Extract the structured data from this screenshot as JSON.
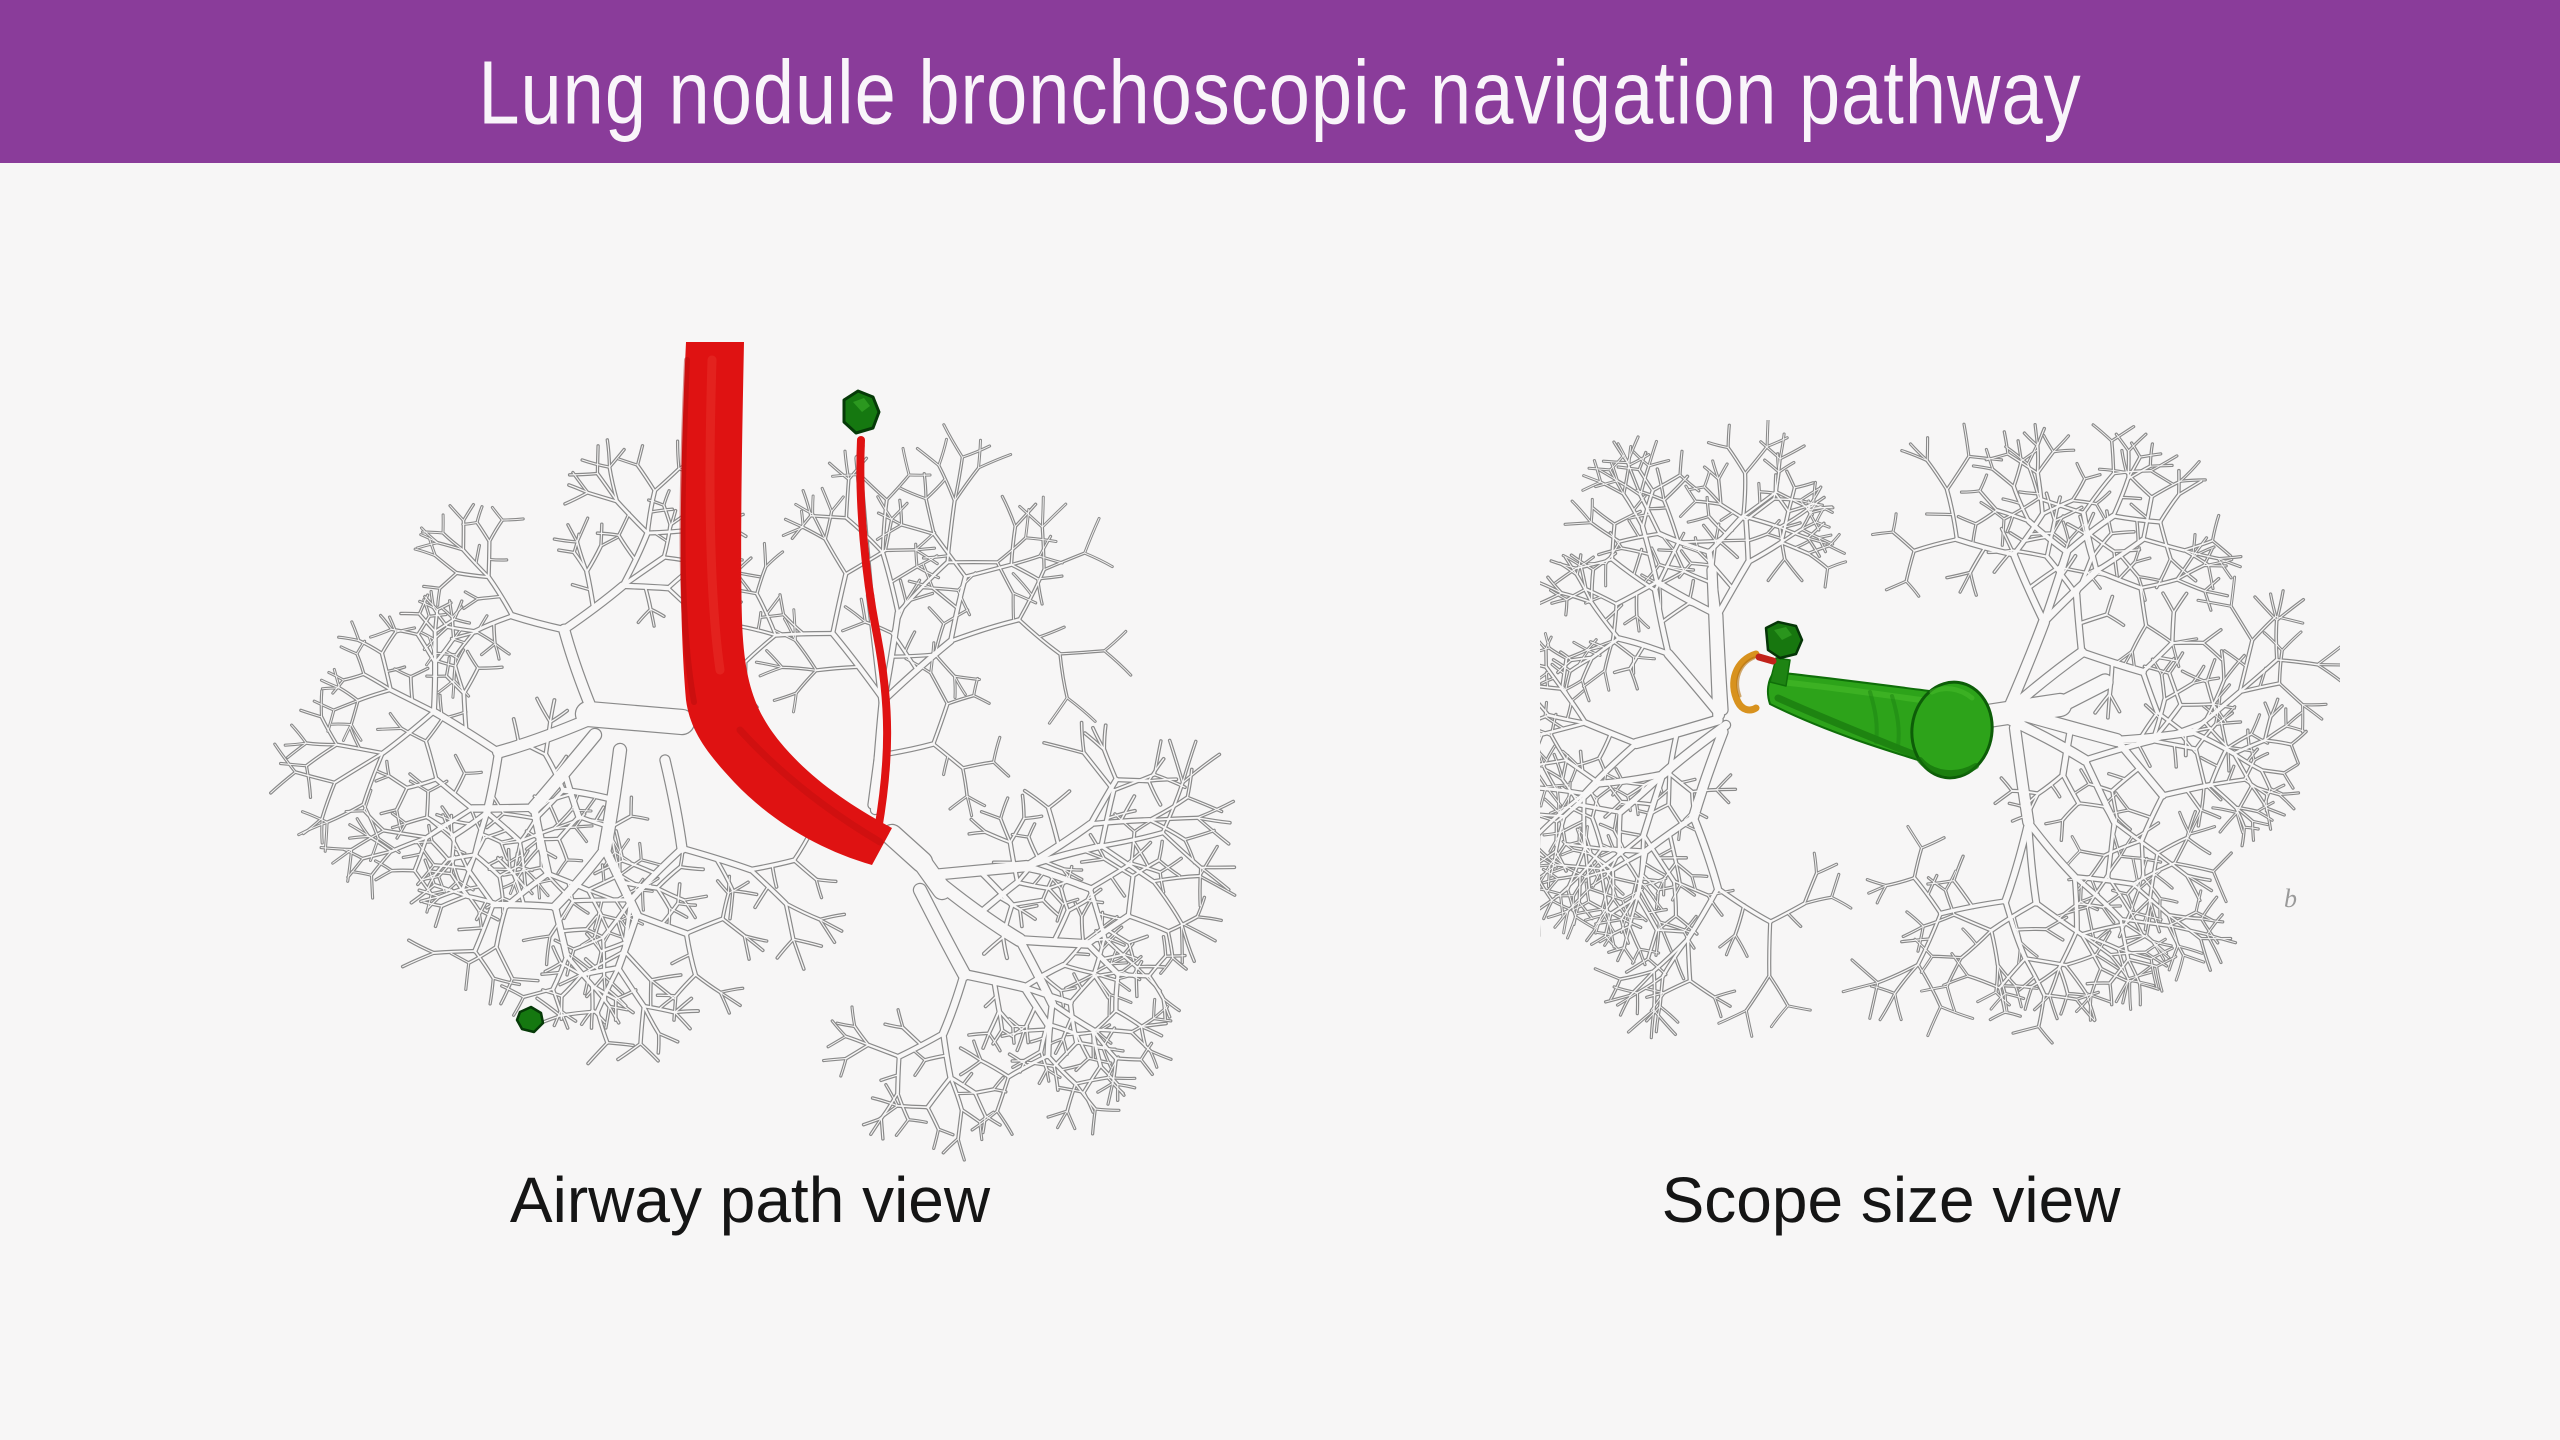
{
  "header": {
    "title": "Lung nodule bronchoscopic navigation pathway",
    "background_color": "#8A3C9A",
    "text_color": "#F9F5FA"
  },
  "figures": [
    {
      "id": "airway-path-view",
      "label": "Airway path view",
      "path_color": "#DF1212",
      "path_dark_color": "#B40D0D",
      "nodule_color": "#157810",
      "nodule_edge_color": "#063A08",
      "tree_outline_color": "#8A8A8A",
      "tree_fill_color": "#F8F7F7"
    },
    {
      "id": "scope-size-view",
      "label": "Scope size view",
      "scope_color": "#2DA31A",
      "scope_dark_color": "#146F0C",
      "scope_light_color": "#49BD2C",
      "bend_color": "#D8921E",
      "path_color": "#C1221A",
      "nodule_color": "#17770F",
      "nodule_edge_color": "#063608",
      "tree_outline_color": "#8A8A8A",
      "tree_fill_color": "#F8F7F7"
    }
  ],
  "background_color": "#F7F6F6",
  "cursor_artifact_glyph": "b"
}
